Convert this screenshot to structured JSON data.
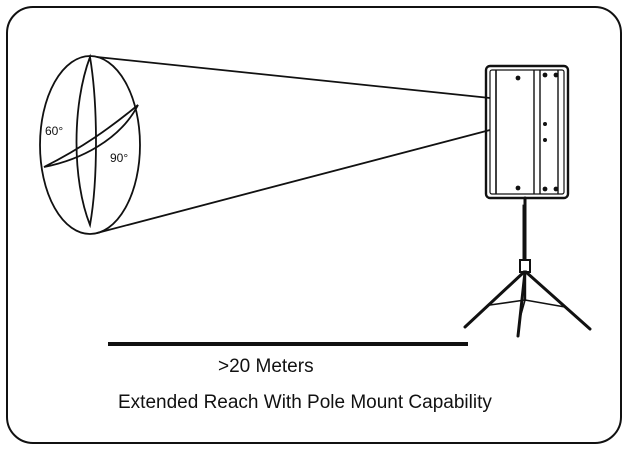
{
  "diagram": {
    "angle_vertical_label": "60°",
    "angle_horizontal_label": "90°",
    "distance_label": ">20 Meters",
    "feature_label": "Extended Reach With Pole Mount Capability"
  },
  "colors": {
    "stroke": "#111111",
    "background": "#ffffff"
  }
}
